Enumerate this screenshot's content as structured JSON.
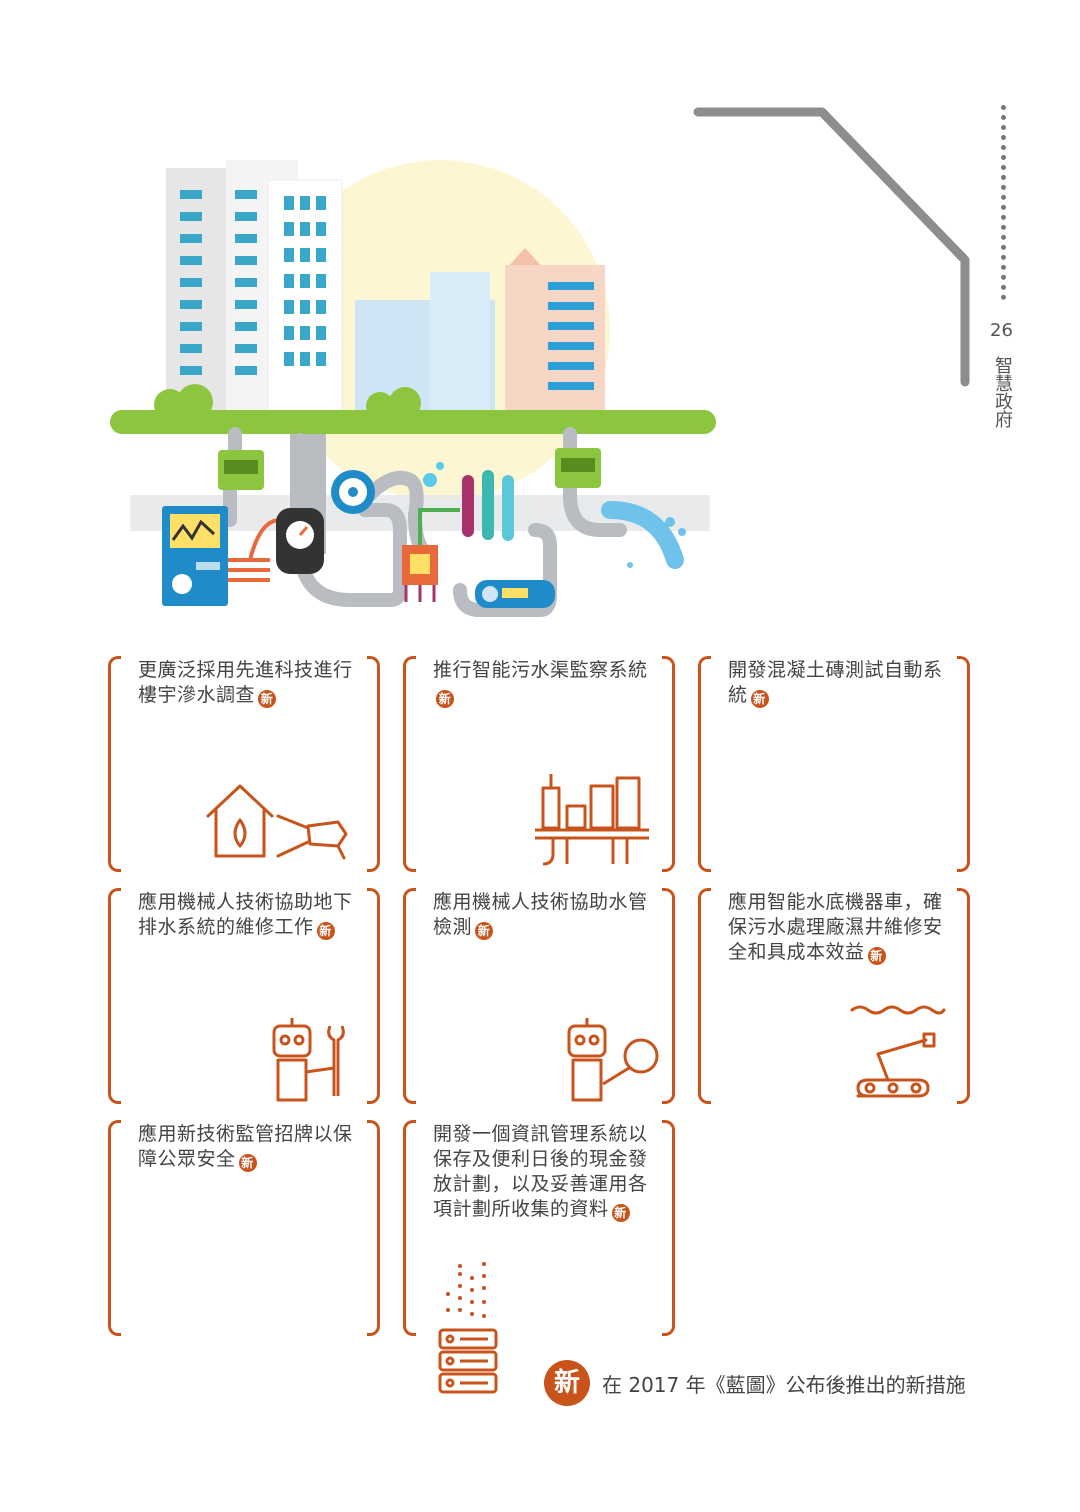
{
  "page_number": "26",
  "section_title": "智慧政府",
  "new_marker": "新",
  "cards": [
    {
      "text": "更廣泛採用先進科技進行樓宇滲水調查",
      "icon": "house-leak-detector-icon"
    },
    {
      "text": "推行智能污水渠監察系統",
      "icon": "city-sewer-icon"
    },
    {
      "text": "開發混凝土磚測試自動系統",
      "icon": ""
    },
    {
      "text": "應用機械人技術協助地下排水系統的維修工作",
      "icon": "robot-wrench-icon"
    },
    {
      "text": "應用機械人技術協助水管檢測",
      "icon": "robot-magnifier-icon"
    },
    {
      "text": "應用智能水底機器車，確保污水處理廠濕井維修安全和具成本效益",
      "icon": "underwater-robot-arm-icon"
    },
    {
      "text": "應用新技術監管招牌以保障公眾安全",
      "icon": ""
    },
    {
      "text": "開發一個資訊管理系統以保存及便利日後的現金發放計劃，以及妥善運用各項計劃所收集的資料",
      "icon": "data-server-icon"
    }
  ],
  "legend": {
    "text": "在 2017 年《藍圖》公布後推出的新措施"
  },
  "colors": {
    "accent": "#c8541c",
    "green": "#8cc63f",
    "pipe": "#b9bcc0"
  }
}
